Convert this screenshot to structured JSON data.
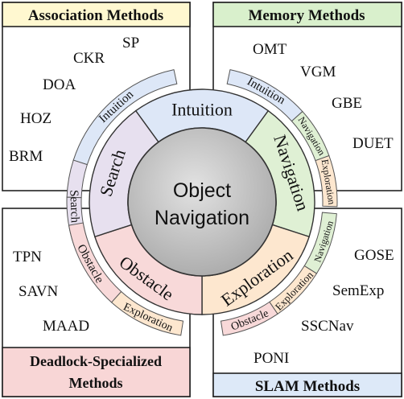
{
  "colors": {
    "assoc": "#fff8d0",
    "memory": "#d9f0cc",
    "deadlock": "#f8d6d6",
    "slam": "#dde9f8",
    "intuition": "#dde7f7",
    "navigation": "#dff0d4",
    "exploration": "#fde7cf",
    "obstacle": "#f8d9d9",
    "search": "#e7e0ef",
    "center": "#bdbdbd"
  },
  "boxes": {
    "association": {
      "title": "Association Methods",
      "methods": [
        "SP",
        "CKR",
        "DOA",
        "HOZ",
        "BRM"
      ]
    },
    "memory": {
      "title": "Memory Methods",
      "methods": [
        "OMT",
        "VGM",
        "GBE",
        "DUET"
      ]
    },
    "deadlock": {
      "title_line1": "Deadlock-Specialized",
      "title_line2": "Methods",
      "methods": [
        "TPN",
        "SAVN",
        "MAAD"
      ]
    },
    "slam": {
      "title": "SLAM Methods",
      "methods": [
        "GOSE",
        "SemExp",
        "SSCNav",
        "PONI"
      ]
    }
  },
  "center": {
    "line1": "Object",
    "line2": "Navigation"
  },
  "inner_ring": {
    "intuition": "Intuition",
    "navigation": "Navigation",
    "exploration": "Exploration",
    "obstacle": "Obstacle",
    "search": "Search"
  },
  "outer_arcs": {
    "assoc_intuition": "Intuition",
    "assoc_search": "Search",
    "mem_intuition": "Intuition",
    "mem_navigation": "Navigation",
    "mem_exploration": "Exploration",
    "dead_obstacle": "Obstacle",
    "dead_exploration": "Exploration",
    "slam_navigation": "Navigation",
    "slam_exploration": "Exploration",
    "slam_obstacle": "Obstacle"
  }
}
